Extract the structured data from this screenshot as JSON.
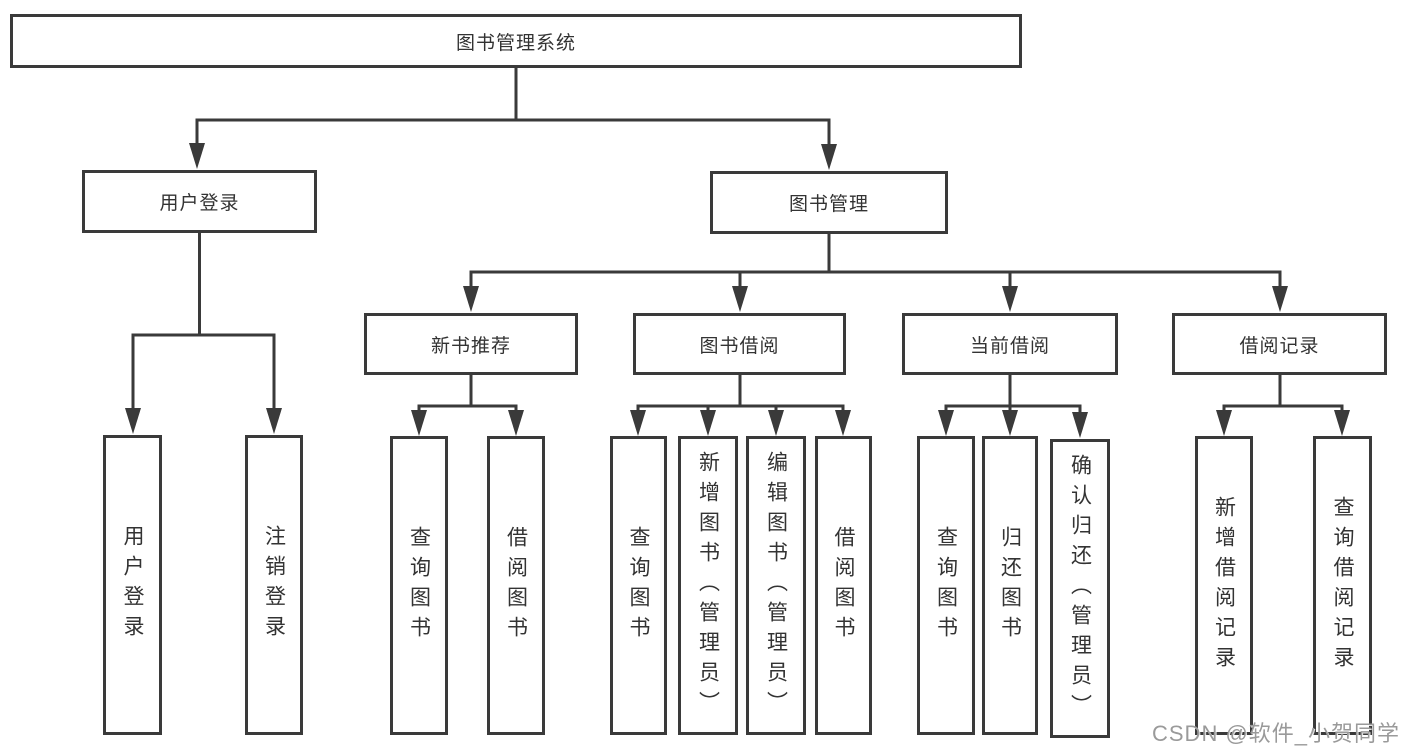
{
  "diagram_title": "图书管理系统",
  "tree": {
    "root": {
      "label": "图书管理系统",
      "children": [
        {
          "label": "用户登录",
          "children": [
            {
              "label": "用户登录"
            },
            {
              "label": "注销登录"
            }
          ]
        },
        {
          "label": "图书管理",
          "children": [
            {
              "label": "新书推荐",
              "children": [
                {
                  "label": "查询图书"
                },
                {
                  "label": "借阅图书"
                }
              ]
            },
            {
              "label": "图书借阅",
              "children": [
                {
                  "label": "查询图书"
                },
                {
                  "label": "新增图书（管理员）"
                },
                {
                  "label": "编辑图书（管理员）"
                },
                {
                  "label": "借阅图书"
                }
              ]
            },
            {
              "label": "当前借阅",
              "children": [
                {
                  "label": "查询图书"
                },
                {
                  "label": "归还图书"
                },
                {
                  "label": "确认归还（管理员）"
                }
              ]
            },
            {
              "label": "借阅记录",
              "children": [
                {
                  "label": "新增借阅记录"
                },
                {
                  "label": "查询借阅记录"
                }
              ]
            }
          ]
        }
      ]
    }
  },
  "watermark": {
    "text": "CSDN @软件_小贺同学",
    "color": "#9a9a9a"
  },
  "colors": {
    "background": "#ffffff",
    "line": "#3a3a3a",
    "box_border": "#3a3a3a",
    "text": "#333333"
  }
}
